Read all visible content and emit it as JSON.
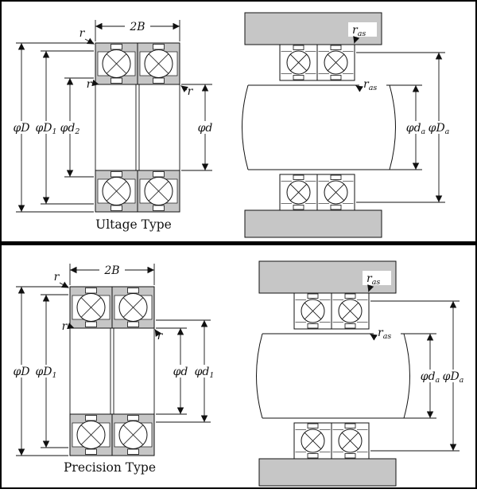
{
  "top_section": {
    "title": "Ultage Type",
    "dims": {
      "width": "2B",
      "r_outer": "r",
      "r_inner": "r",
      "r_bore": "r",
      "D": {
        "main": "φD",
        "sub": ""
      },
      "D1": {
        "main": "φD",
        "sub": "1"
      },
      "d2": {
        "main": "φd",
        "sub": "2"
      },
      "d": {
        "main": "φd",
        "sub": ""
      }
    },
    "mounted": {
      "ras_housing": {
        "main": "r",
        "sub": "as"
      },
      "ras_shaft": {
        "main": "r",
        "sub": "as"
      },
      "da": {
        "main": "φd",
        "sub": "a"
      },
      "Da": {
        "main": "φD",
        "sub": "a"
      }
    }
  },
  "bottom_section": {
    "title": "Precision Type",
    "dims": {
      "width": "2B",
      "r_outer": "r",
      "r_inner": "r",
      "r_bore": "r",
      "D": {
        "main": "φD",
        "sub": ""
      },
      "D1": {
        "main": "φD",
        "sub": "1"
      },
      "d": {
        "main": "φd",
        "sub": ""
      },
      "d1": {
        "main": "φd",
        "sub": "1"
      }
    },
    "mounted": {
      "ras_housing": {
        "main": "r",
        "sub": "as"
      },
      "ras_shaft": {
        "main": "r",
        "sub": "as"
      },
      "da": {
        "main": "φd",
        "sub": "a"
      },
      "Da": {
        "main": "φD",
        "sub": "a"
      }
    }
  },
  "colors": {
    "section_fill": "#c6c6c6",
    "line": "#111111",
    "background": "#ffffff"
  }
}
